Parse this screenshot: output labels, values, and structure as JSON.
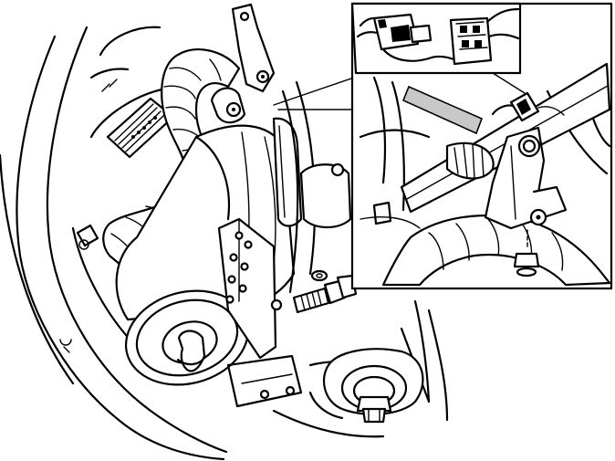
{
  "figure": {
    "description_visible_text": "",
    "colors": {
      "line": "#000000",
      "background": "#ffffff",
      "shade": "#c8c8c8"
    },
    "parts": [
      {
        "name": "fender-panel"
      },
      {
        "name": "starter-motor"
      },
      {
        "name": "heat-shield-hose"
      },
      {
        "name": "mounting-bracket"
      },
      {
        "name": "mounting-bolt"
      },
      {
        "name": "washer"
      },
      {
        "name": "engine-mount"
      },
      {
        "name": "electrical-connector"
      },
      {
        "name": "detail-inset"
      }
    ]
  }
}
